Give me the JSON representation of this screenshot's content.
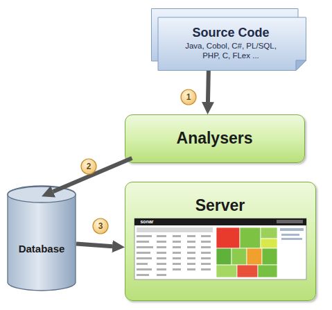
{
  "diagram": {
    "nodes": [
      {
        "text": [
          "Source Code",
          "Java, Cobol, C#, PL/SQL, PHP, C, FLex ..."
        ]
      },
      {
        "text": [
          "Analysers"
        ]
      },
      {
        "text": [
          "Database"
        ]
      },
      {
        "text": [
          "Server"
        ]
      }
    ],
    "edges": [
      {
        "from": 0,
        "to": 1,
        "arrow": "to"
      },
      {
        "from": 1,
        "to": 2,
        "arrow": "to"
      },
      {
        "from": 2,
        "to": 3,
        "arrow": "to"
      }
    ],
    "labels": [
      "1",
      "2",
      "3",
      "sonar"
    ]
  }
}
